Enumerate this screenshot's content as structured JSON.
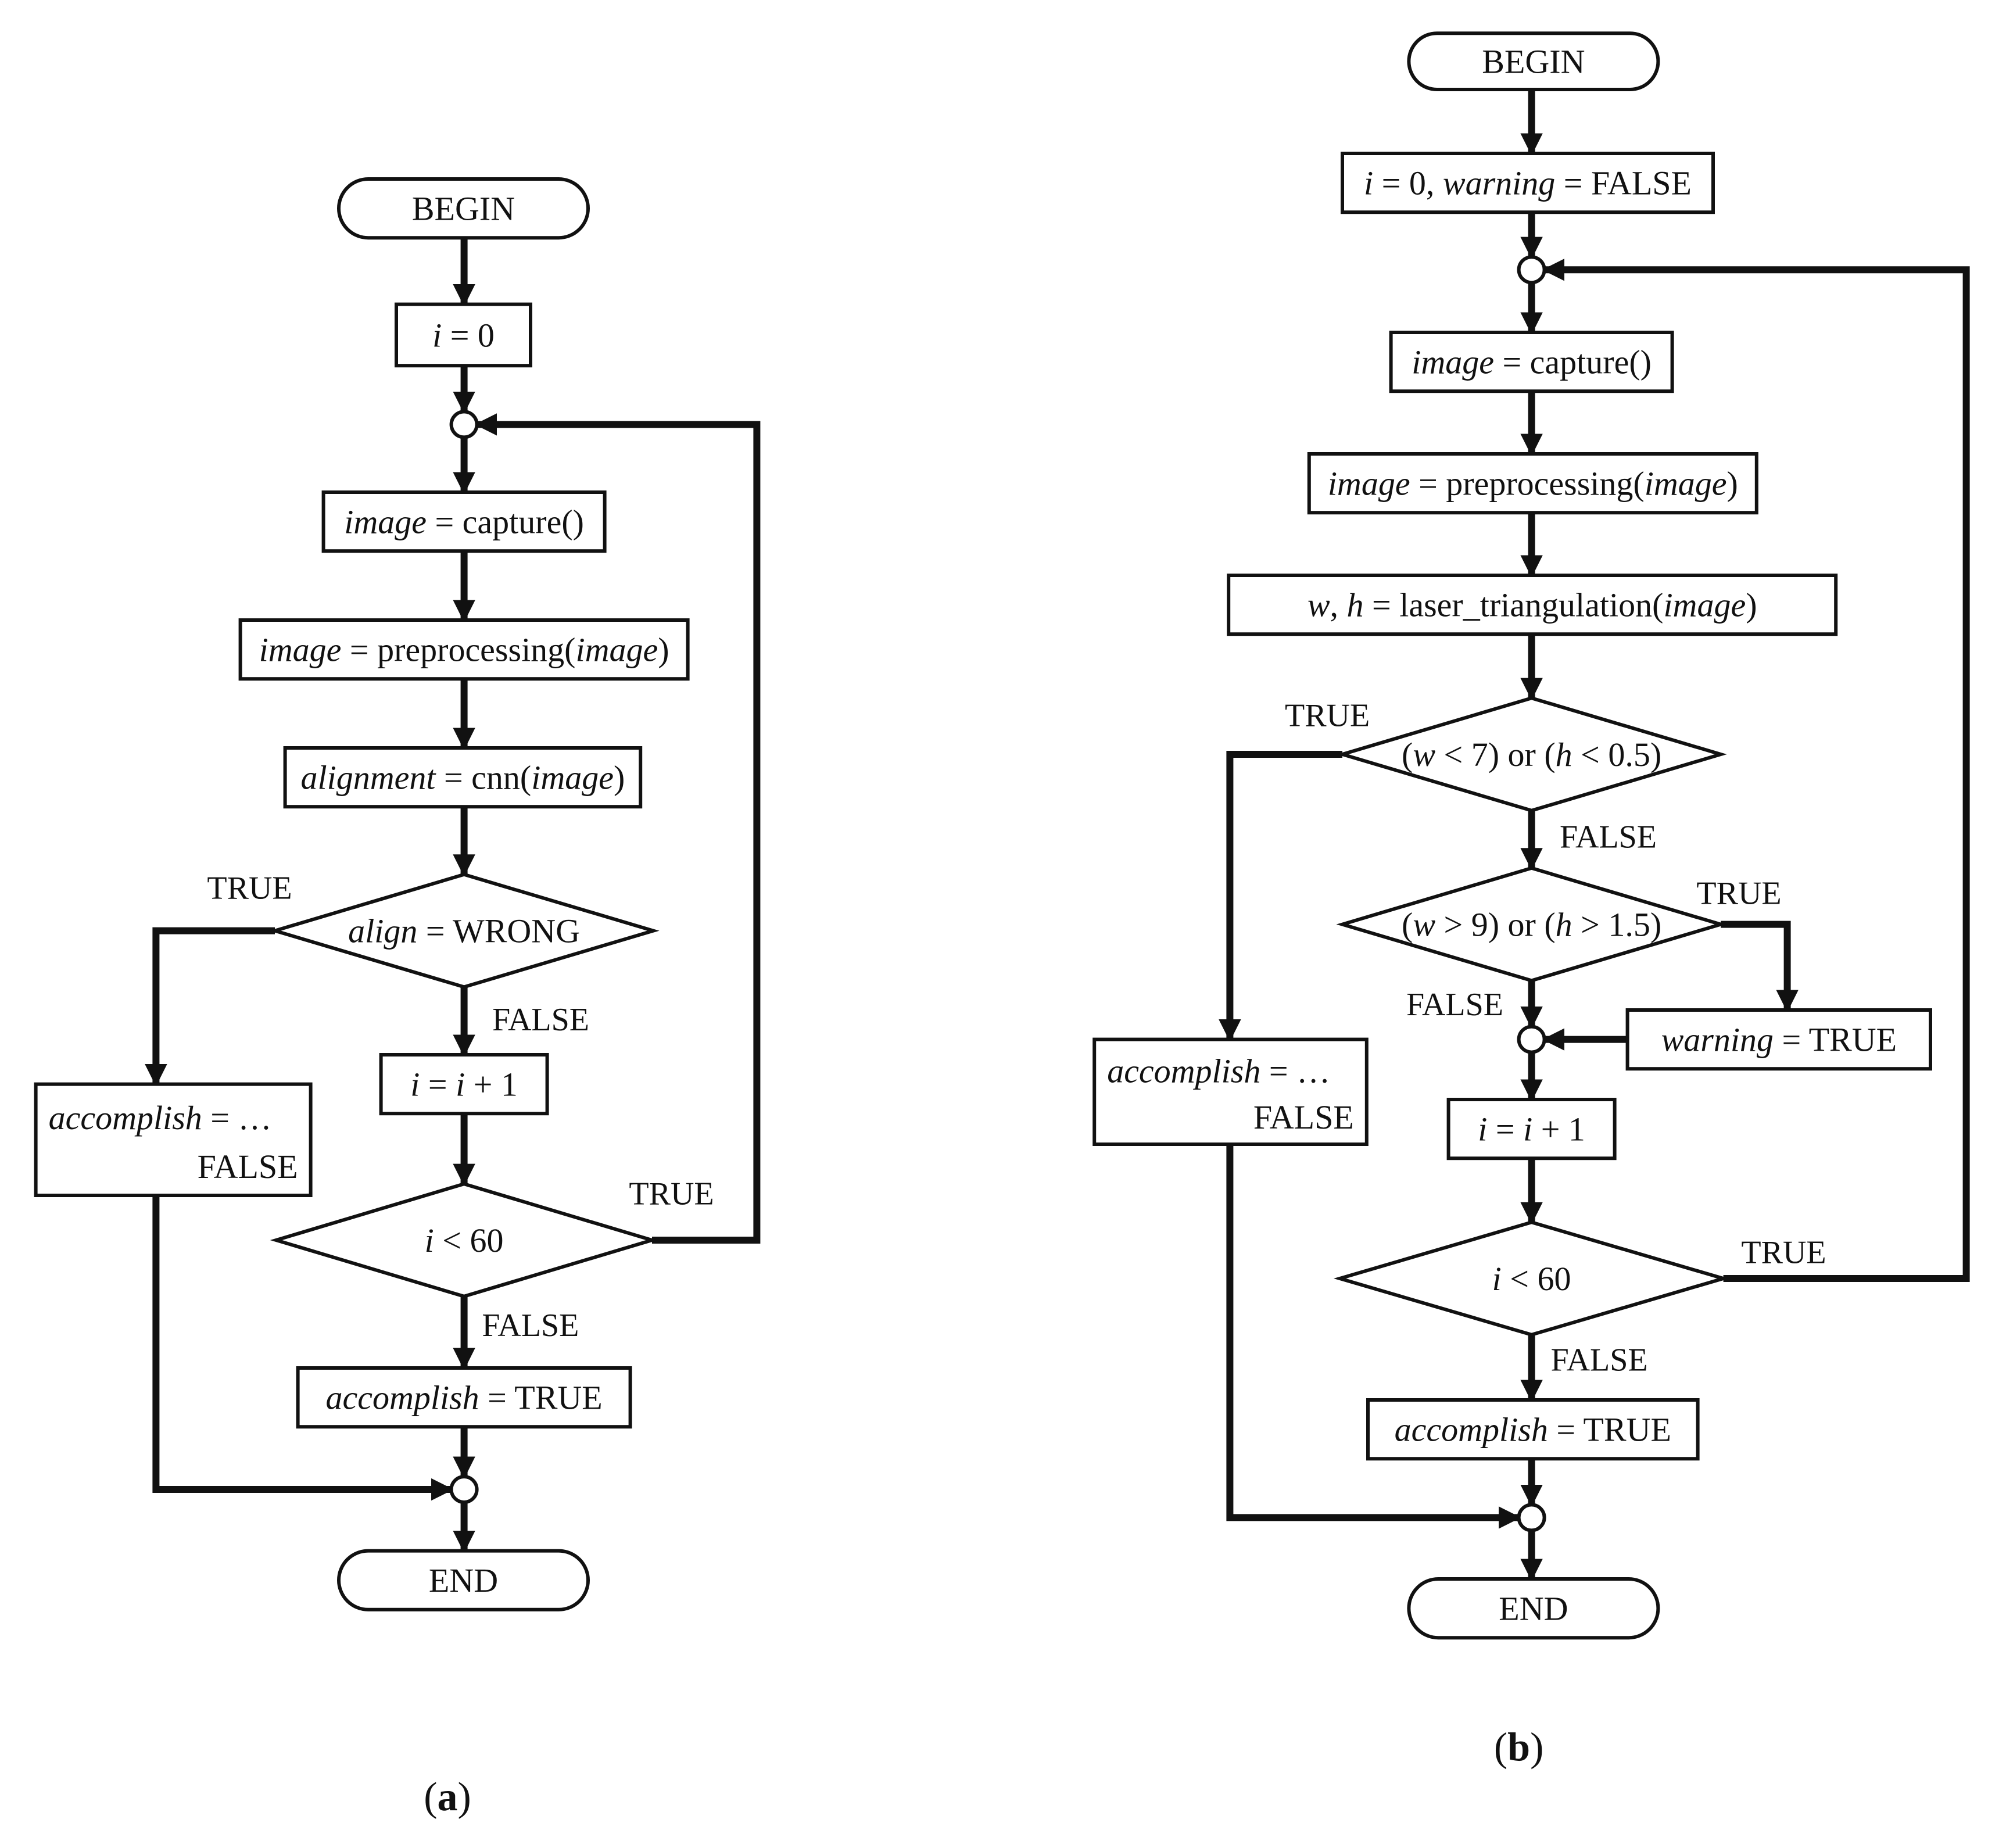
{
  "colors": {
    "ink": "#111111",
    "background": "#ffffff"
  },
  "diagrams": [
    {
      "id": "a",
      "caption": "(a)",
      "caption_letter": "a",
      "nodes": [
        {
          "id": "a-begin",
          "shape": "terminal",
          "text": [
            {
              "t": "BEGIN"
            }
          ]
        },
        {
          "id": "a-init",
          "shape": "process",
          "text": [
            {
              "t": "i",
              "i": true
            },
            {
              "t": " = 0"
            }
          ]
        },
        {
          "id": "a-j1",
          "shape": "junction"
        },
        {
          "id": "a-capture",
          "shape": "process",
          "text": [
            {
              "t": "image",
              "i": true
            },
            {
              "t": " = capture()"
            }
          ]
        },
        {
          "id": "a-pre",
          "shape": "process",
          "text": [
            {
              "t": "image",
              "i": true
            },
            {
              "t": " = preprocessing("
            },
            {
              "t": "image",
              "i": true
            },
            {
              "t": ")"
            }
          ]
        },
        {
          "id": "a-cnn",
          "shape": "process",
          "text": [
            {
              "t": "alignment",
              "i": true
            },
            {
              "t": " = cnn("
            },
            {
              "t": "image",
              "i": true
            },
            {
              "t": ")"
            }
          ]
        },
        {
          "id": "a-dec-align",
          "shape": "decision",
          "text": [
            {
              "t": "align",
              "i": true
            },
            {
              "t": " = WRONG"
            }
          ]
        },
        {
          "id": "a-fail",
          "shape": "process",
          "lines": [
            [
              {
                "t": "accomplish",
                "i": true
              },
              {
                "t": " = …"
              }
            ],
            [
              {
                "t": "FALSE"
              }
            ]
          ]
        },
        {
          "id": "a-inc",
          "shape": "process",
          "text": [
            {
              "t": "i",
              "i": true
            },
            {
              "t": " = "
            },
            {
              "t": "i",
              "i": true
            },
            {
              "t": " + 1"
            }
          ]
        },
        {
          "id": "a-dec-i",
          "shape": "decision",
          "text": [
            {
              "t": "i",
              "i": true
            },
            {
              "t": " < 60"
            }
          ]
        },
        {
          "id": "a-ok",
          "shape": "process",
          "text": [
            {
              "t": "accomplish",
              "i": true
            },
            {
              "t": " = TRUE"
            }
          ]
        },
        {
          "id": "a-j2",
          "shape": "junction"
        },
        {
          "id": "a-end",
          "shape": "terminal",
          "text": [
            {
              "t": "END"
            }
          ]
        }
      ],
      "labels": [
        {
          "id": "a-lbl-true-align",
          "text": "TRUE"
        },
        {
          "id": "a-lbl-false-align",
          "text": "FALSE"
        },
        {
          "id": "a-lbl-true-i",
          "text": "TRUE"
        },
        {
          "id": "a-lbl-false-i",
          "text": "FALSE"
        }
      ]
    },
    {
      "id": "b",
      "caption": "(b)",
      "caption_letter": "b",
      "nodes": [
        {
          "id": "b-begin",
          "shape": "terminal",
          "text": [
            {
              "t": "BEGIN"
            }
          ]
        },
        {
          "id": "b-init",
          "shape": "process",
          "text": [
            {
              "t": "i",
              "i": true
            },
            {
              "t": " = 0, "
            },
            {
              "t": "warning",
              "i": true
            },
            {
              "t": " = FALSE"
            }
          ]
        },
        {
          "id": "b-j1",
          "shape": "junction"
        },
        {
          "id": "b-capture",
          "shape": "process",
          "text": [
            {
              "t": "image",
              "i": true
            },
            {
              "t": " = capture()"
            }
          ]
        },
        {
          "id": "b-pre",
          "shape": "process",
          "text": [
            {
              "t": "image",
              "i": true
            },
            {
              "t": " = preprocessing("
            },
            {
              "t": "image",
              "i": true
            },
            {
              "t": ")"
            }
          ]
        },
        {
          "id": "b-laser",
          "shape": "process",
          "text": [
            {
              "t": "w",
              "i": true
            },
            {
              "t": ", "
            },
            {
              "t": "h",
              "i": true
            },
            {
              "t": " = laser_triangulation("
            },
            {
              "t": "image",
              "i": true
            },
            {
              "t": ")"
            }
          ]
        },
        {
          "id": "b-dec-low",
          "shape": "decision",
          "text": [
            {
              "t": "("
            },
            {
              "t": "w",
              "i": true
            },
            {
              "t": " < 7) or ("
            },
            {
              "t": "h",
              "i": true
            },
            {
              "t": " < 0.5)"
            }
          ]
        },
        {
          "id": "b-fail",
          "shape": "process",
          "lines": [
            [
              {
                "t": "accomplish",
                "i": true
              },
              {
                "t": " = …"
              }
            ],
            [
              {
                "t": "FALSE"
              }
            ]
          ]
        },
        {
          "id": "b-dec-high",
          "shape": "decision",
          "text": [
            {
              "t": "("
            },
            {
              "t": "w",
              "i": true
            },
            {
              "t": " > 9) or ("
            },
            {
              "t": "h",
              "i": true
            },
            {
              "t": " > 1.5)"
            }
          ]
        },
        {
          "id": "b-warn",
          "shape": "process",
          "text": [
            {
              "t": "warning",
              "i": true
            },
            {
              "t": " = TRUE"
            }
          ]
        },
        {
          "id": "b-j2",
          "shape": "junction"
        },
        {
          "id": "b-inc",
          "shape": "process",
          "text": [
            {
              "t": "i",
              "i": true
            },
            {
              "t": " = "
            },
            {
              "t": "i",
              "i": true
            },
            {
              "t": " + 1"
            }
          ]
        },
        {
          "id": "b-dec-i",
          "shape": "decision",
          "text": [
            {
              "t": "i",
              "i": true
            },
            {
              "t": " < 60"
            }
          ]
        },
        {
          "id": "b-ok",
          "shape": "process",
          "text": [
            {
              "t": "accomplish",
              "i": true
            },
            {
              "t": " = TRUE"
            }
          ]
        },
        {
          "id": "b-j3",
          "shape": "junction"
        },
        {
          "id": "b-end",
          "shape": "terminal",
          "text": [
            {
              "t": "END"
            }
          ]
        }
      ],
      "labels": [
        {
          "id": "b-lbl-true-low",
          "text": "TRUE"
        },
        {
          "id": "b-lbl-false-low",
          "text": "FALSE"
        },
        {
          "id": "b-lbl-true-high",
          "text": "TRUE"
        },
        {
          "id": "b-lbl-false-high",
          "text": "FALSE"
        },
        {
          "id": "b-lbl-true-i",
          "text": "TRUE"
        },
        {
          "id": "b-lbl-false-i",
          "text": "FALSE"
        }
      ]
    }
  ]
}
